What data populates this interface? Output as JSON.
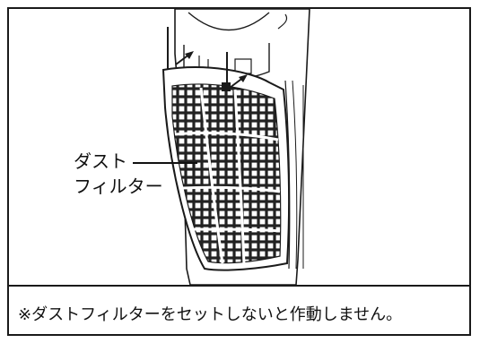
{
  "figure": {
    "label_line1": "ダスト",
    "label_line2": "フィルター",
    "note": "※ダストフィルターをセットしないと作動しません。"
  }
}
